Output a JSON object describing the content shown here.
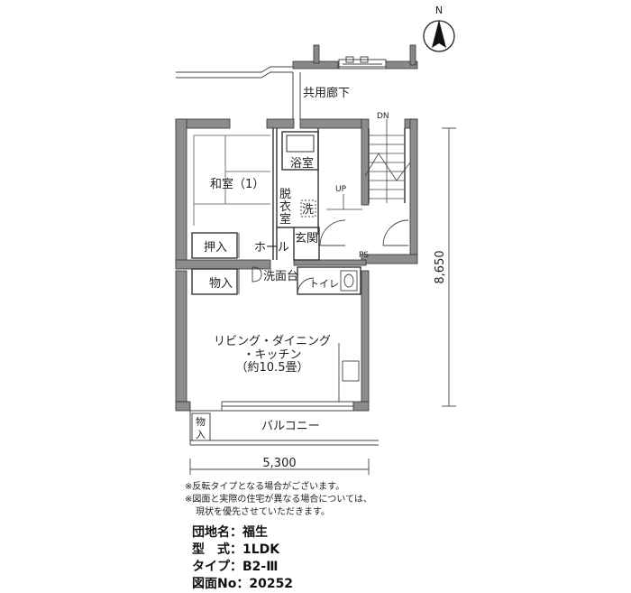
{
  "compass": {
    "label": "N"
  },
  "rooms": {
    "corridor": "共用廊下",
    "washitsu": "和室（1）",
    "bath": "浴室",
    "datsuishitsu": [
      "脱",
      "衣",
      "室"
    ],
    "sen": "洗",
    "genkan": "玄関",
    "oshiire": "押入",
    "hall": "ホール",
    "monoire": "物入",
    "senmendai": "洗面台",
    "toilet": "トイレ",
    "ldk_line1": "リビング・ダイニング",
    "ldk_line2": "・キッチン",
    "ldk_line3": "（約10.5畳）",
    "balcony": "バルコニー",
    "monoire_small": [
      "物",
      "入"
    ],
    "ps": "PS",
    "dn": "DN",
    "up": "UP"
  },
  "dimensions": {
    "width": "5,300",
    "height": "8,650"
  },
  "notes": [
    "※反転タイプとなる場合がございます。",
    "※図面と実際の住宅が異なる場合については、",
    "現状を優先させていただきます。"
  ],
  "info": [
    {
      "label": "団地名：",
      "value": "福生"
    },
    {
      "label": "型　式：",
      "value": "1LDK"
    },
    {
      "label": "タイプ：",
      "value": "B2-Ⅲ"
    },
    {
      "label": "図面No：",
      "value": "20252"
    }
  ]
}
